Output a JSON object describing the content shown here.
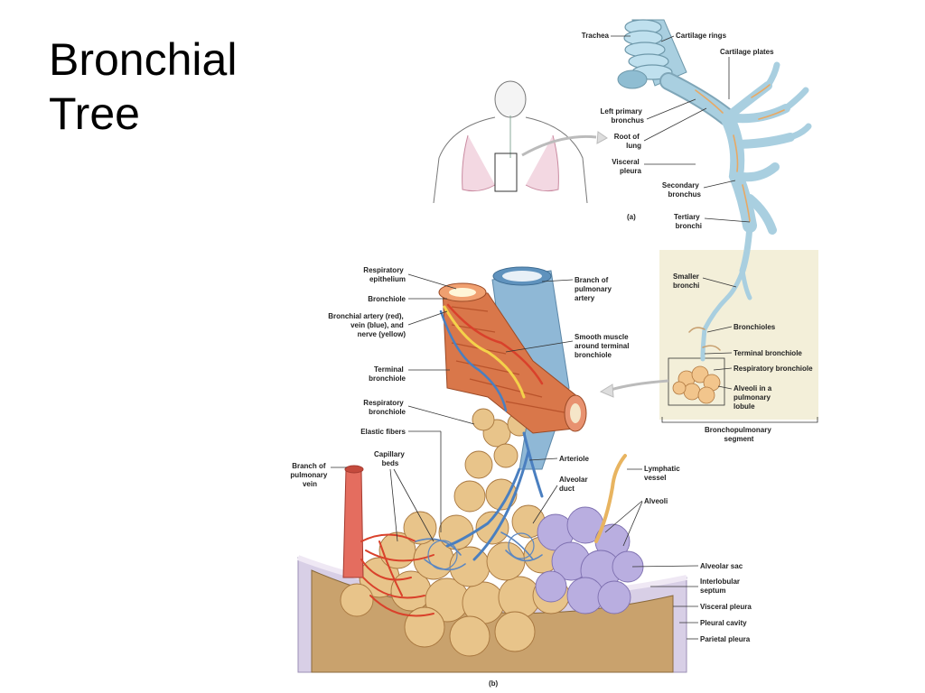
{
  "slide": {
    "title_line1": "Bronchial",
    "title_line2": "Tree"
  },
  "panel_a": {
    "tag": "(a)",
    "labels": {
      "trachea": "Trachea",
      "cartilage_rings": "Cartilage rings",
      "cartilage_plates": "Cartilage plates",
      "left_primary_bronchus": [
        "Left primary",
        "bronchus"
      ],
      "root_of_lung": [
        "Root of",
        "lung"
      ],
      "visceral_pleura": [
        "Visceral",
        "pleura"
      ],
      "secondary_bronchus": [
        "Secondary",
        "bronchus"
      ],
      "tertiary_bronchi": [
        "Tertiary",
        "bronchi"
      ],
      "smaller_bronchi": [
        "Smaller",
        "bronchi"
      ],
      "bronchioles": "Bronchioles",
      "terminal_bronchiole": "Terminal bronchiole",
      "respiratory_bronchiole": "Respiratory bronchiole",
      "alveoli_in_lobule": [
        "Alveoli in a",
        "pulmonary",
        "lobule"
      ],
      "bronchopulmonary_segment": [
        "Bronchopulmonary",
        "segment"
      ]
    }
  },
  "panel_b": {
    "tag": "(b)",
    "labels": {
      "respiratory_epithelium": [
        "Respiratory",
        "epithelium"
      ],
      "bronchiole": "Bronchiole",
      "bronchial_artery": [
        "Bronchial artery (red),",
        "vein (blue), and",
        "nerve (yellow)"
      ],
      "terminal_bronchiole": [
        "Terminal",
        "bronchiole"
      ],
      "respiratory_bronchiole": [
        "Respiratory",
        "bronchiole"
      ],
      "elastic_fibers": "Elastic fibers",
      "capillary_beds": [
        "Capillary",
        "beds"
      ],
      "branch_pulmonary_vein": [
        "Branch of",
        "pulmonary",
        "vein"
      ],
      "branch_pulmonary_artery": [
        "Branch of",
        "pulmonary",
        "artery"
      ],
      "smooth_muscle": [
        "Smooth muscle",
        "around terminal",
        "bronchiole"
      ],
      "arteriole": "Arteriole",
      "alveolar_duct": [
        "Alveolar",
        "duct"
      ],
      "lymphatic_vessel": [
        "Lymphatic",
        "vessel"
      ],
      "alveoli": "Alveoli",
      "alveolar_sac": "Alveolar sac",
      "interlobular_septum": [
        "Interlobular",
        "septum"
      ],
      "visceral_pleura": "Visceral pleura",
      "pleural_cavity": "Pleural cavity",
      "parietal_pleura": "Parietal pleura"
    }
  },
  "colors": {
    "cartilage_blue": "#a9cfe0",
    "cartilage_orange": "#e9a862",
    "artery_red": "#d9412b",
    "vein_blue": "#6b9fd3",
    "muscle": "#d9774a",
    "alveolus": "#e8c48a",
    "alveolar_sac": "#b9aee0",
    "lobule_panel": "#f3efd9"
  }
}
